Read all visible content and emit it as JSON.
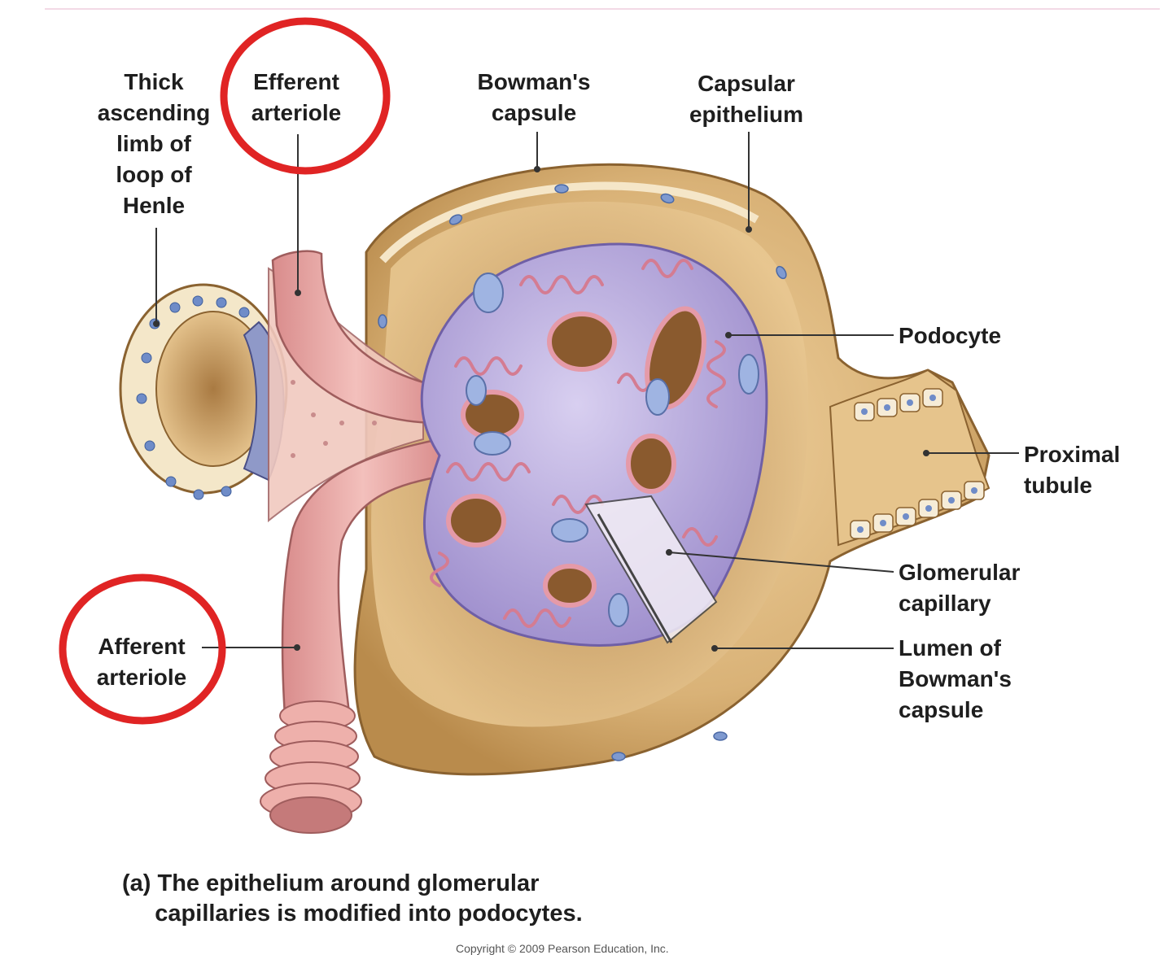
{
  "labels": {
    "thick_limb": "Thick\nascending\nlimb of\nloop of\nHenle",
    "efferent": "Efferent\narteriole",
    "bowmans_capsule": "Bowman's\ncapsule",
    "capsular_epithelium": "Capsular\nepithelium",
    "podocyte": "Podocyte",
    "proximal_tubule": "Proximal\ntubule",
    "glomerular_capillary": "Glomerular\ncapillary",
    "lumen": "Lumen of\nBowman's\ncapsule",
    "afferent": "Afferent\narteriole"
  },
  "caption": "(a) The epithelium around glomerular\n     capillaries is modified into podocytes.",
  "copyright": "Copyright © 2009 Pearson Education, Inc.",
  "colors": {
    "highlight_circle": "#e02424",
    "capsule_tan": "#d9b277",
    "capsule_dark": "#b98b4c",
    "glomerulus_lilac": "#b6a8dc",
    "capillary_pink": "#e59aa8",
    "arteriole_pink": "#e6a1a1",
    "nucleus_blue": "#8fa8d8",
    "leader_line": "#333333"
  }
}
